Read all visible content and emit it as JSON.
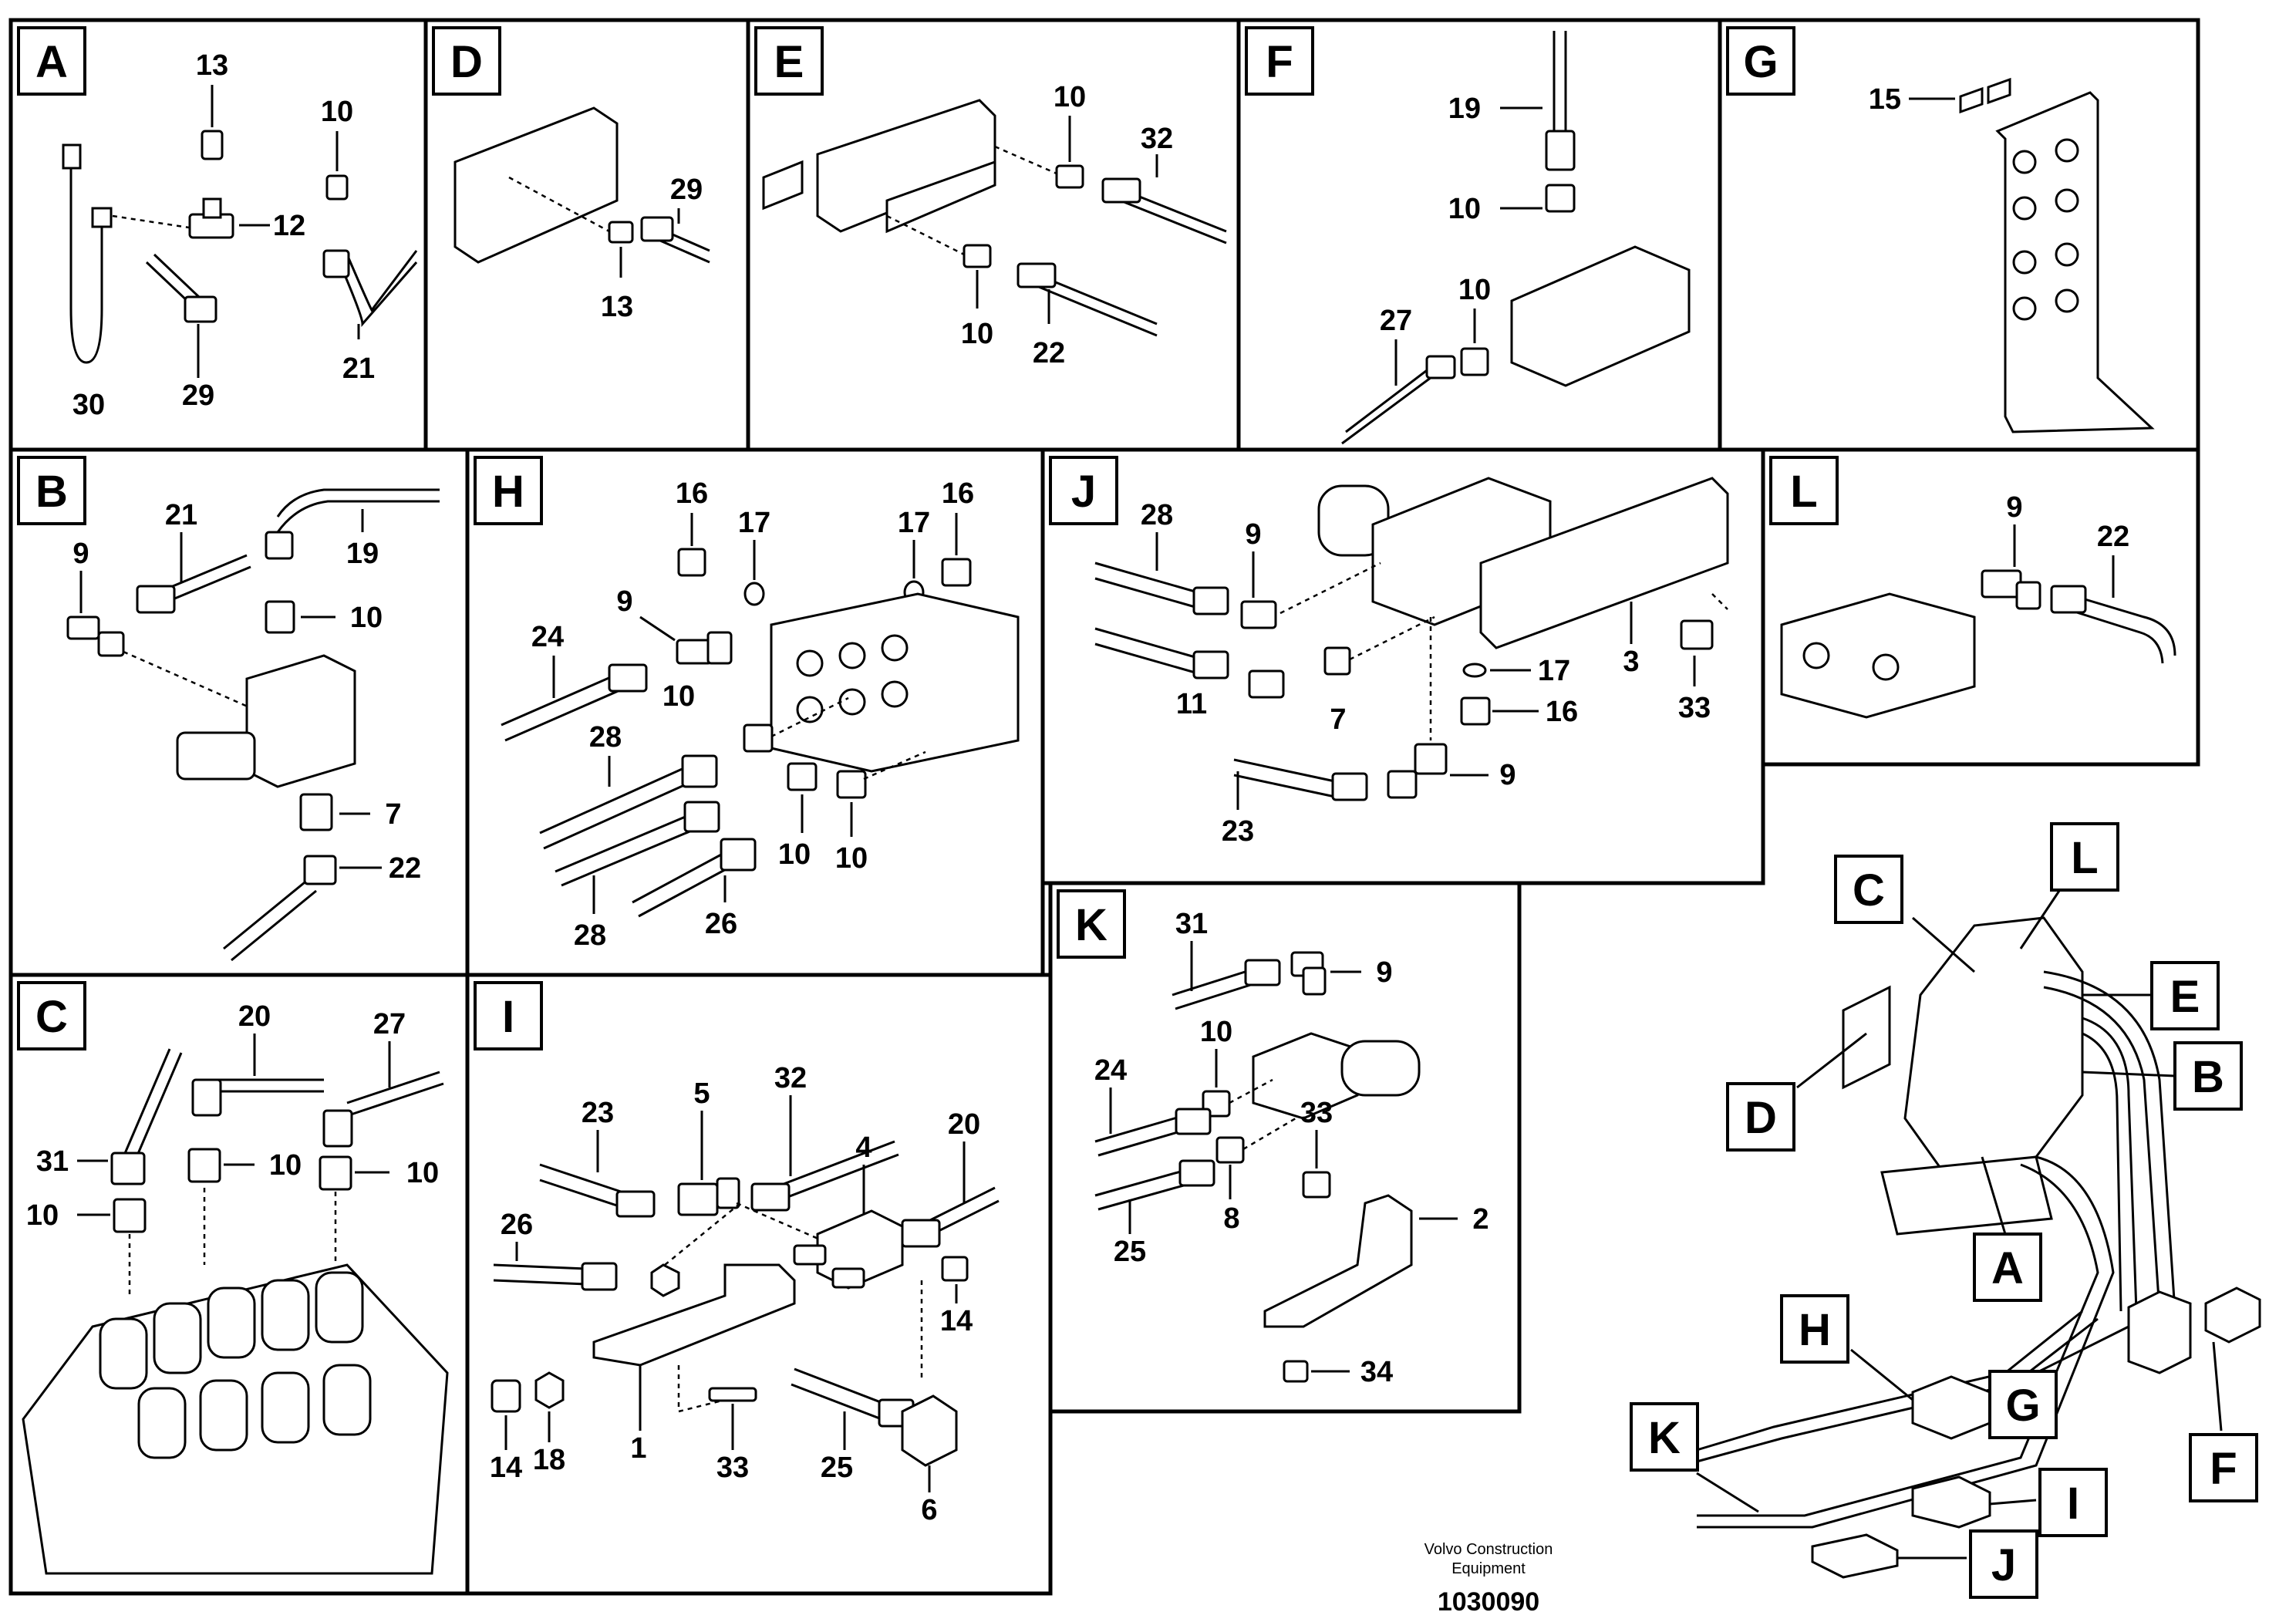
{
  "panels": {
    "A": {
      "letter": "A",
      "labels": [
        "13",
        "10",
        "12",
        "30",
        "29",
        "21"
      ]
    },
    "D": {
      "letter": "D",
      "labels": [
        "29",
        "13"
      ]
    },
    "E": {
      "letter": "E",
      "labels": [
        "10",
        "32",
        "10",
        "22"
      ]
    },
    "F": {
      "letter": "F",
      "labels": [
        "19",
        "10",
        "10",
        "27"
      ]
    },
    "G": {
      "letter": "G",
      "labels": [
        "15"
      ]
    },
    "B": {
      "letter": "B",
      "labels": [
        "21",
        "19",
        "9",
        "10",
        "7",
        "22"
      ]
    },
    "H": {
      "letter": "H",
      "labels": [
        "16",
        "17",
        "17",
        "16",
        "9",
        "24",
        "10",
        "28",
        "10",
        "10",
        "28",
        "26"
      ]
    },
    "J": {
      "letter": "J",
      "labels": [
        "28",
        "9",
        "3",
        "17",
        "16",
        "33",
        "11",
        "7",
        "9",
        "23"
      ]
    },
    "L": {
      "letter": "L",
      "labels": [
        "9",
        "22"
      ]
    },
    "C": {
      "letter": "C",
      "labels": [
        "20",
        "27",
        "31",
        "10",
        "10",
        "10"
      ]
    },
    "I": {
      "letter": "I",
      "labels": [
        "32",
        "5",
        "23",
        "20",
        "4",
        "26",
        "14",
        "14",
        "18",
        "1",
        "33",
        "25",
        "6"
      ]
    },
    "K": {
      "letter": "K",
      "labels": [
        "31",
        "9",
        "10",
        "24",
        "33",
        "2",
        "8",
        "25",
        "34"
      ]
    }
  },
  "overview": {
    "callouts": [
      "C",
      "L",
      "E",
      "B",
      "D",
      "A",
      "H",
      "G",
      "F",
      "K",
      "I",
      "J"
    ]
  },
  "footer": {
    "brand_line1": "Volvo Construction",
    "brand_line2": "Equipment",
    "drawing_number": "1030090"
  }
}
